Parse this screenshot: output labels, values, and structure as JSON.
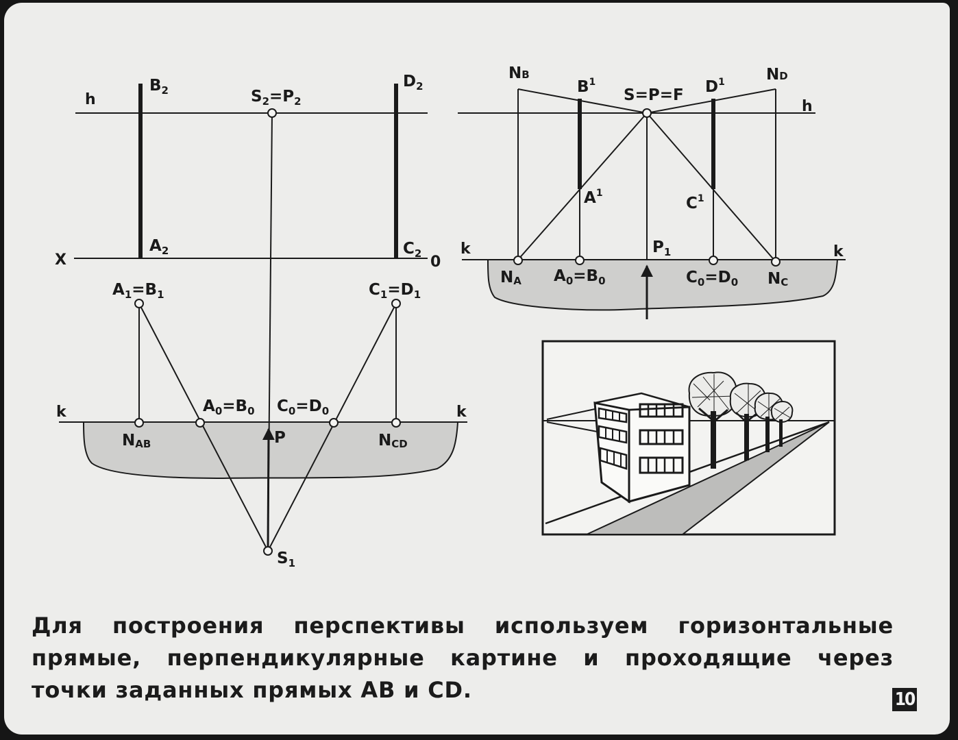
{
  "left_diagram": {
    "h": "h",
    "x": "X",
    "o": "0",
    "b2": {
      "main": "B",
      "sub": "2"
    },
    "s2p2": {
      "a": "S",
      "a_sub": "2",
      "eq": "=",
      "b": "P",
      "b_sub": "2"
    },
    "d2": {
      "main": "D",
      "sub": "2"
    },
    "a2": {
      "main": "A",
      "sub": "2"
    },
    "c2": {
      "main": "C",
      "sub": "2"
    },
    "a1b1": {
      "a": "A",
      "a_sub": "1",
      "eq": "=",
      "b": "B",
      "b_sub": "1"
    },
    "c1d1": {
      "a": "C",
      "a_sub": "1",
      "eq": "=",
      "b": "D",
      "b_sub": "1"
    },
    "k_left": "k",
    "k_right": "k",
    "a0b0": {
      "a": "A",
      "a_sub": "0",
      "eq": "=",
      "b": "B",
      "b_sub": "0"
    },
    "c0d0": {
      "a": "C",
      "a_sub": "0",
      "eq": "=",
      "b": "D",
      "b_sub": "0"
    },
    "nab": {
      "main": "N",
      "sub": "AB"
    },
    "p": "P",
    "ncd": {
      "main": "N",
      "sub": "CD"
    },
    "s1": {
      "main": "S",
      "sub": "1"
    }
  },
  "right_diagram": {
    "nb": {
      "main": "N",
      "sub": "B"
    },
    "b1": {
      "main": "B",
      "sup": "1"
    },
    "spf": "S=P=F",
    "d1": {
      "main": "D",
      "sup": "1"
    },
    "nd": {
      "main": "N",
      "sub": "D"
    },
    "h": "h",
    "a1": {
      "main": "A",
      "sup": "1"
    },
    "c1": {
      "main": "C",
      "sup": "1"
    },
    "k_left": "k",
    "k_right": "k",
    "p1": {
      "main": "P",
      "sub": "1"
    },
    "na": {
      "main": "N",
      "sub": "A"
    },
    "a0b0": {
      "a": "A",
      "a_sub": "0",
      "eq": "=",
      "b": "B",
      "b_sub": "0"
    },
    "c0d0": {
      "a": "C",
      "a_sub": "0",
      "eq": "=",
      "b": "D",
      "b_sub": "0"
    },
    "nc": {
      "main": "N",
      "sub": "C"
    }
  },
  "caption": {
    "line1": "Для построения перспективы используем горизонтальные",
    "line2": "прямые, перпендикулярные картине и проходящие через",
    "line3": "точки заданных прямых AB и CD."
  },
  "page_number": "10",
  "colors": {
    "background": "#ededeb",
    "ink": "#1a1a1a",
    "ground_fill": "#cfcfcd",
    "frame": "#161616"
  }
}
